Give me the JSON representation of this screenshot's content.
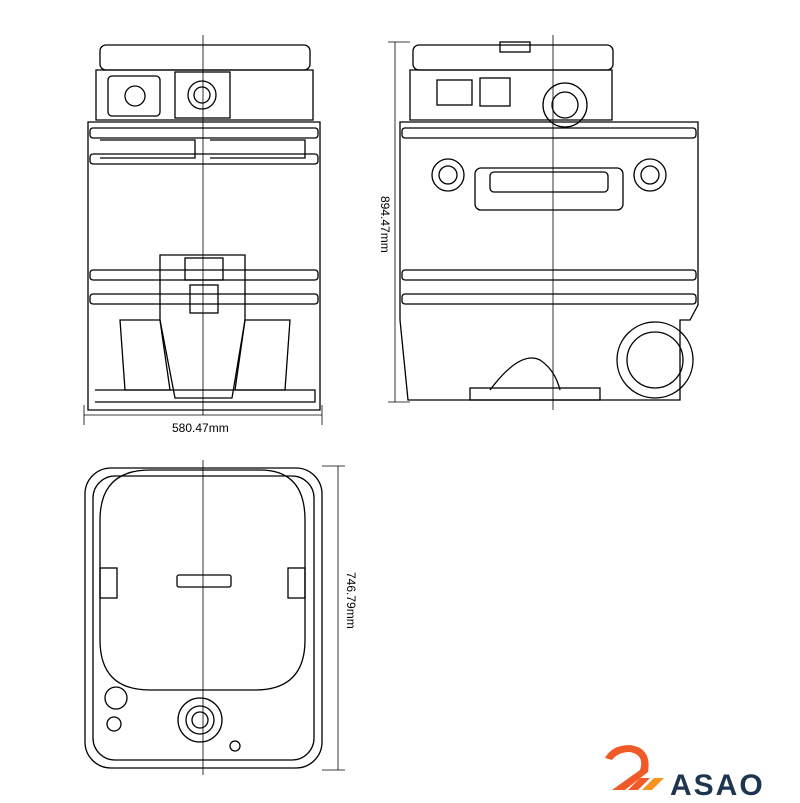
{
  "dimensions": {
    "width": "580.47mm",
    "height": "894.47mm",
    "depth": "746.79mm"
  },
  "logo": {
    "text": "ASAO",
    "colors": {
      "orange": "#f05a28",
      "amber": "#f7941d",
      "navy": "#1e3550"
    }
  }
}
